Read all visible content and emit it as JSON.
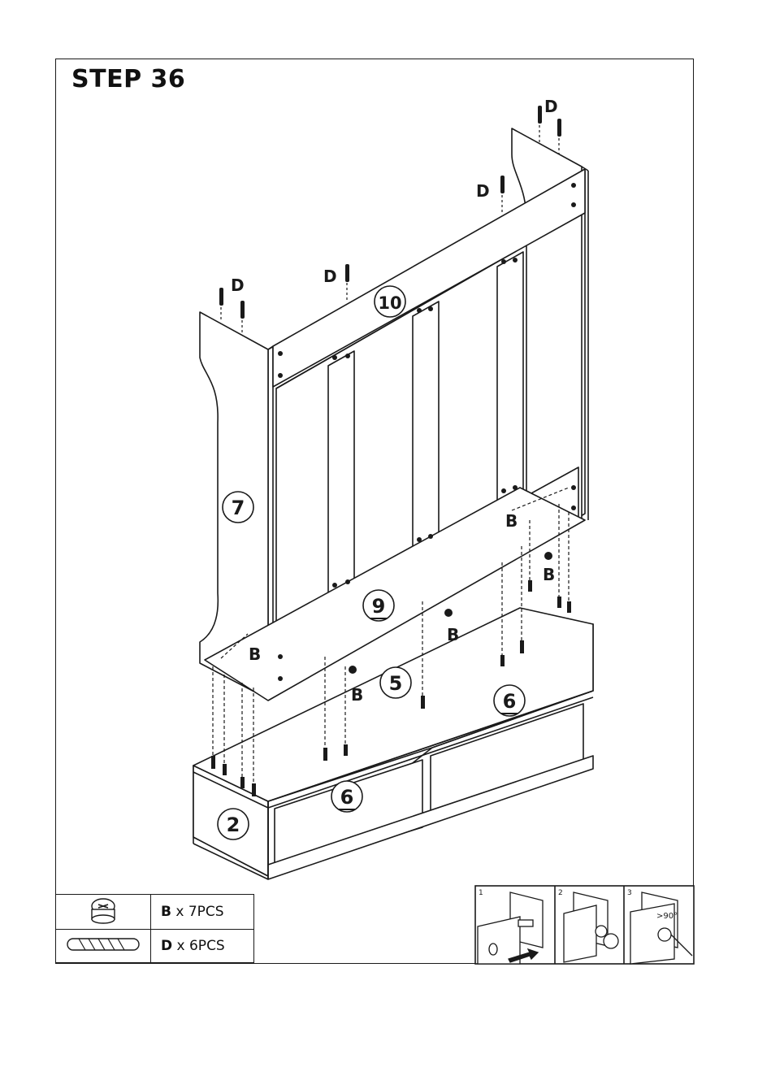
{
  "step": {
    "title": "STEP 36"
  },
  "parts": {
    "p2": "2",
    "p5": "5",
    "p6a": "6",
    "p6b": "6",
    "p7": "7",
    "p9": "9",
    "p10": "10"
  },
  "hardware_callouts": {
    "b": "B",
    "d": "D"
  },
  "hardware_list": [
    {
      "code": "B",
      "qty": "x 7PCS",
      "icon": "cam-lock-icon"
    },
    {
      "code": "D",
      "qty": "x 6PCS",
      "icon": "wooden-dowel-icon"
    }
  ],
  "cam_lock_instructions": {
    "steps": [
      "1",
      "2",
      "3"
    ],
    "angle_label": ">90°"
  }
}
